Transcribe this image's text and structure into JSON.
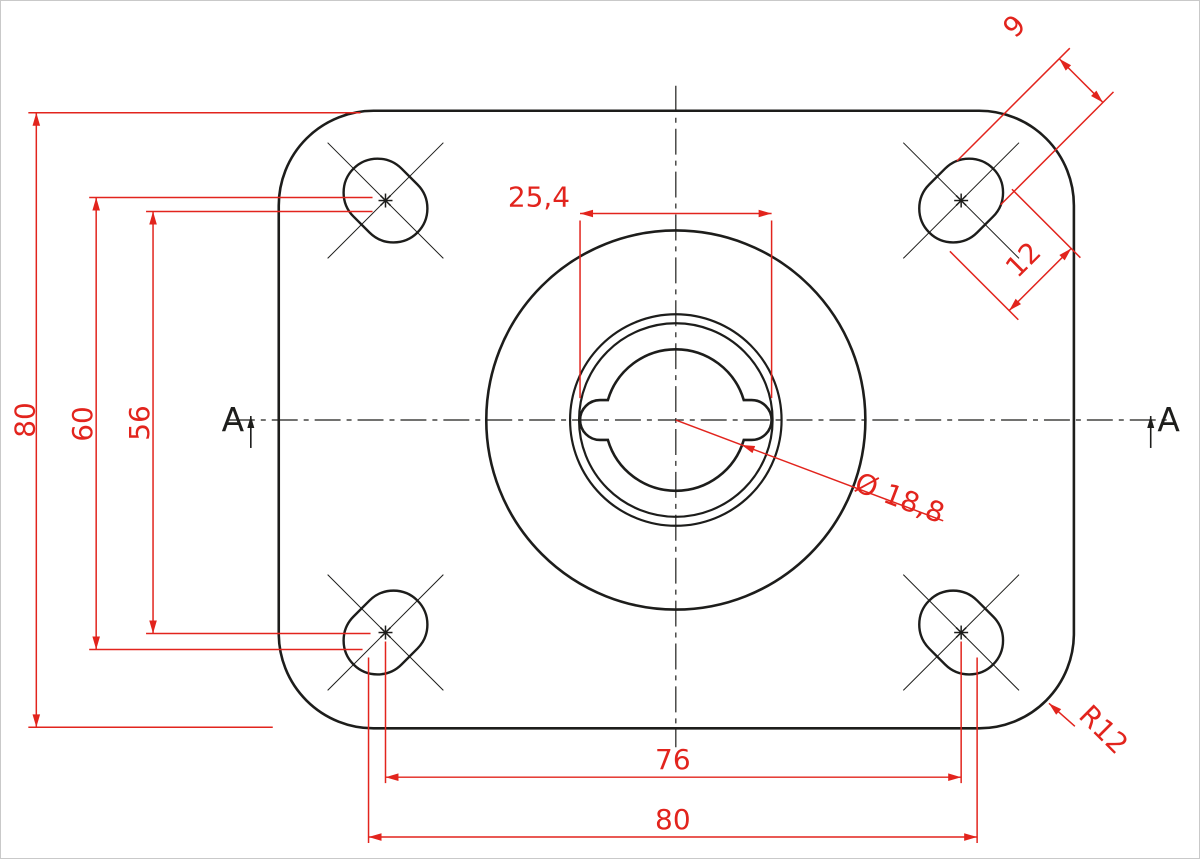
{
  "drawing": {
    "colors": {
      "dimension": "#e2241d",
      "outline": "#1d1d1b",
      "background": "#ffffff"
    },
    "labels": {
      "height_overall": "80",
      "slot_span_vertical": "60",
      "slot_centers_vertical": "56",
      "hub_width": "25,4",
      "slot_width": "9",
      "slot_length": "12",
      "bore_diameter": "Ø 18,8",
      "slot_centers_horizontal": "76",
      "slot_span_horizontal": "80",
      "corner_radius": "R12",
      "section_left": "A",
      "section_right": "A"
    }
  }
}
